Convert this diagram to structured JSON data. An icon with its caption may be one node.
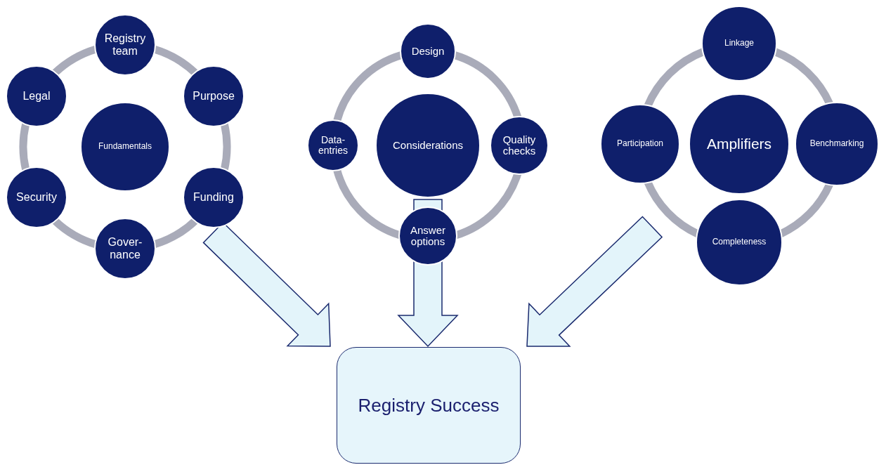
{
  "diagram": {
    "nodes": [
      {
        "text": [
          "Fundamentals"
        ]
      },
      {
        "text": [
          "Registry team"
        ]
      },
      {
        "text": [
          "Purpose"
        ]
      },
      {
        "text": [
          "Funding"
        ]
      },
      {
        "text": [
          "Gover- nance"
        ]
      },
      {
        "text": [
          "Security"
        ]
      },
      {
        "text": [
          "Legal"
        ]
      },
      {
        "text": [
          "Considerations"
        ]
      },
      {
        "text": [
          "Design"
        ]
      },
      {
        "text": [
          "Quality checks"
        ]
      },
      {
        "text": [
          "Answer options"
        ]
      },
      {
        "text": [
          "Data- entries"
        ]
      },
      {
        "text": [
          "Amplifiers"
        ]
      },
      {
        "text": [
          "Linkage"
        ]
      },
      {
        "text": [
          "Benchmarking"
        ]
      },
      {
        "text": [
          "Completeness"
        ]
      },
      {
        "text": [
          "Participation"
        ]
      },
      {
        "text": [
          "Registry Success"
        ]
      }
    ],
    "edges": [
      {
        "from": 1,
        "to": 2,
        "arrow": "none"
      },
      {
        "from": 2,
        "to": 3,
        "arrow": "none"
      },
      {
        "from": 3,
        "to": 4,
        "arrow": "none"
      },
      {
        "from": 4,
        "to": 5,
        "arrow": "none"
      },
      {
        "from": 5,
        "to": 6,
        "arrow": "none"
      },
      {
        "from": 6,
        "to": 1,
        "arrow": "none"
      },
      {
        "from": 8,
        "to": 9,
        "arrow": "none"
      },
      {
        "from": 9,
        "to": 10,
        "arrow": "none"
      },
      {
        "from": 10,
        "to": 11,
        "arrow": "none"
      },
      {
        "from": 11,
        "to": 8,
        "arrow": "none"
      },
      {
        "from": 13,
        "to": 14,
        "arrow": "none"
      },
      {
        "from": 14,
        "to": 15,
        "arrow": "none"
      },
      {
        "from": 15,
        "to": 16,
        "arrow": "none"
      },
      {
        "from": 16,
        "to": 13,
        "arrow": "none"
      },
      {
        "from": 0,
        "to": 17,
        "arrow": "to"
      },
      {
        "from": 7,
        "to": 17,
        "arrow": "to"
      },
      {
        "from": 12,
        "to": 17,
        "arrow": "to"
      }
    ]
  }
}
